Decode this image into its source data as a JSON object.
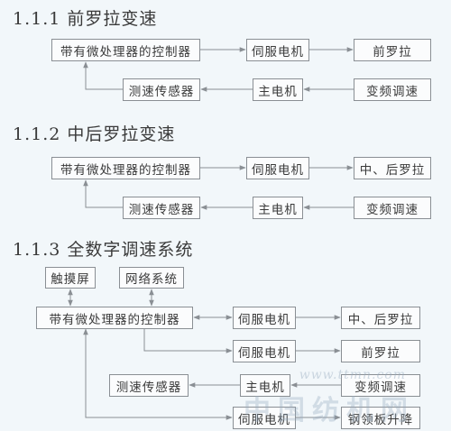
{
  "sections": [
    {
      "heading": "1.1.1   前罗拉变速",
      "controller": "带有微处理器的控制器",
      "servo": "伺服电机",
      "target": "前罗拉",
      "sensor": "测速传感器",
      "main_motor": "主电机",
      "vfd": "变频调速"
    },
    {
      "heading": "1.1.2   中后罗拉变速",
      "controller": "带有微处理器的控制器",
      "servo": "伺服电机",
      "target": "中、后罗拉",
      "sensor": "测速传感器",
      "main_motor": "主电机",
      "vfd": "变频调速"
    },
    {
      "heading": "1.1.3   全数字调速系统",
      "touchscreen": "触摸屏",
      "network": "网络系统",
      "controller": "带有微处理器的控制器",
      "servo1": "伺服电机",
      "target1": "中、后罗拉",
      "servo2": "伺服电机",
      "target2": "前罗拉",
      "sensor": "测速传感器",
      "main_motor": "主电机",
      "vfd": "变频调速",
      "servo3": "伺服电机",
      "target3": "钢领板升降"
    }
  ],
  "watermark": {
    "url": "www.ttmn.com",
    "site": "中国纺机网"
  },
  "colors": {
    "background": "#f2f7fa",
    "line": "#8a8f94"
  }
}
